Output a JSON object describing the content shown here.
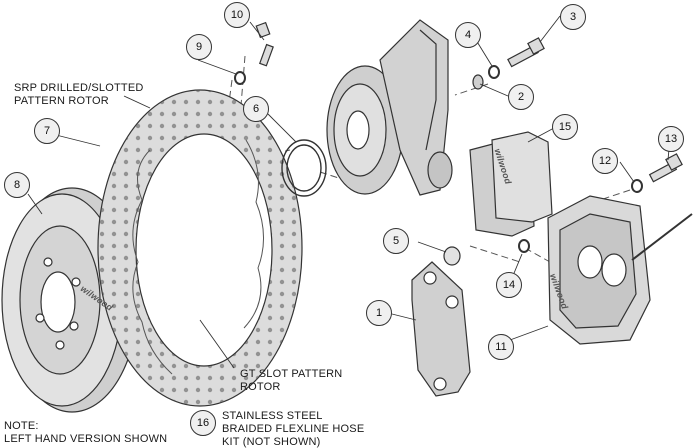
{
  "labels": {
    "srp_rotor_line1": "SRP DRILLED/SLOTTED",
    "srp_rotor_line2": "PATTERN ROTOR",
    "gt_rotor_line1": "GT SLOT PATTERN",
    "gt_rotor_line2": "ROTOR",
    "hose_line1": "STAINLESS STEEL",
    "hose_line2": "BRAIDED FLEXLINE HOSE",
    "hose_line3": "KIT (NOT SHOWN)",
    "note_line1": "NOTE:",
    "note_line2": "LEFT HAND VERSION SHOWN"
  },
  "callouts": {
    "c1": "1",
    "c2": "2",
    "c3": "3",
    "c4": "4",
    "c5": "5",
    "c6": "6",
    "c7": "7",
    "c8": "8",
    "c9": "9",
    "c10": "10",
    "c11": "11",
    "c12": "12",
    "c13": "13",
    "c14": "14",
    "c15": "15",
    "c16": "16"
  },
  "brand": {
    "hat_logo": "wilwood",
    "pad_logo": "wilwood",
    "caliper_logo": "wilwood"
  },
  "colors": {
    "part_fill": "#d9d9d9",
    "part_shade": "#bdbdbd",
    "line": "#333333",
    "callout_fill": "#f0f0f0"
  }
}
